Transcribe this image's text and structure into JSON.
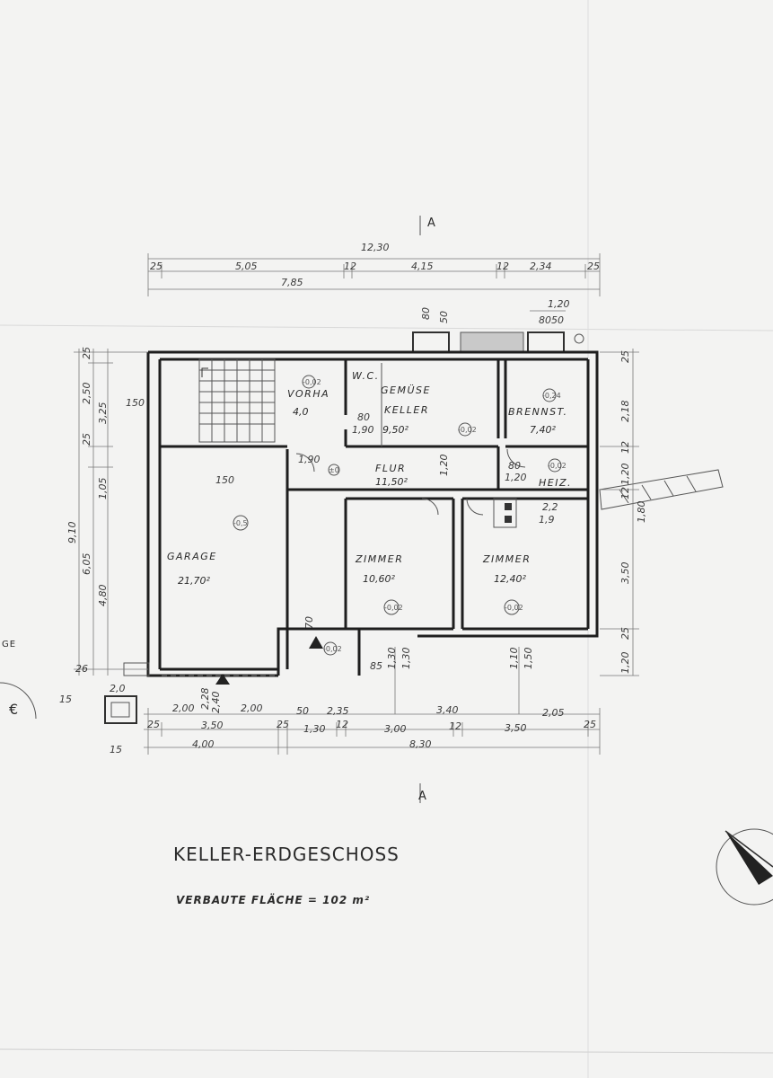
{
  "title": "KELLER-ERDGESCHOSS",
  "subtitle": "VERBAUTE FLÄCHE = 102 m²",
  "section_marks": {
    "top": "A",
    "bottom": "A"
  },
  "rooms": {
    "garage": {
      "name": "GARAGE",
      "area": "21,70²"
    },
    "vorhaus": {
      "name": "VORHA",
      "area": "4,0"
    },
    "wc": {
      "name": "W.C."
    },
    "gemuesekeller": {
      "name_line1": "GEMÜSE",
      "name_line2": "KELLER",
      "area": "9,50²"
    },
    "brennstoff": {
      "name": "BRENNST.",
      "area": "7,40²"
    },
    "flur": {
      "name": "FLUR",
      "area": "11,50²"
    },
    "heizung": {
      "name": "HEIZ."
    },
    "zimmer1": {
      "name": "ZIMMER",
      "area": "10,60²"
    },
    "zimmer2": {
      "name": "ZIMMER",
      "area": "12,40²"
    }
  },
  "levels": {
    "vorhaus": "-0,02",
    "gemuese": "-0,02",
    "brennst": "-0,24",
    "flur_zero": "±0",
    "heiz": "-0,02",
    "garage": "-0,5",
    "zimmer1": "-0,02",
    "zimmer2": "-0,02",
    "entry": "-0,02"
  },
  "dims_top": {
    "overall": "12,30",
    "d1": "25",
    "d2": "5,05",
    "d3": "12",
    "d4": "4,15",
    "d5": "12",
    "d6": "2,34",
    "d7": "25",
    "row2": "7,85",
    "chimney_w": "1,20",
    "chimney_a": "80",
    "chimney_b": "50",
    "chimney_c": "80",
    "chimney_d": "50"
  },
  "dims_left": {
    "overall": "9,10",
    "a": "25",
    "b": "2,50",
    "c": "3,25",
    "d": "25",
    "e": "1,05",
    "f": "6,05",
    "g": "4,80",
    "h": "26",
    "stair": "150"
  },
  "dims_right": {
    "a": "25",
    "b": "2,18",
    "c": "12",
    "d": "1,20",
    "e": "12",
    "f": "3,50",
    "g": "25",
    "h": "1,20",
    "slope": "1,80"
  },
  "dims_bottom": {
    "r1_a": "2,00",
    "r1_b": "2,28",
    "r1_c": "2,40",
    "r1_d": "2,00",
    "r1_e": "50",
    "r1_f": "2,35",
    "r1_g": "3,40",
    "r1_h": "2,05",
    "r2_a": "25",
    "r2_b": "3,50",
    "r2_c": "25",
    "r2_d": "1,30",
    "r2_e": "12",
    "r2_f": "3,00",
    "r2_g": "12",
    "r2_h": "3,50",
    "r2_i": "25",
    "r3_a": "4,00",
    "r3_b": "8,30",
    "misc_a": "15",
    "misc_b": "15",
    "misc_c": "2,0",
    "door_a": "80",
    "door_b": "1,90",
    "door_c": "1,20",
    "door_d": "80",
    "door_e": "1,90",
    "win_a": "70",
    "win_b": "1,30",
    "win_c": "1,10",
    "win_d": "1,30",
    "win_e": "85",
    "win_f": "1,50",
    "heiz_a": "2,2",
    "heiz_b": "1,9",
    "flur_w": "1,20"
  },
  "edge_text": "GE"
}
